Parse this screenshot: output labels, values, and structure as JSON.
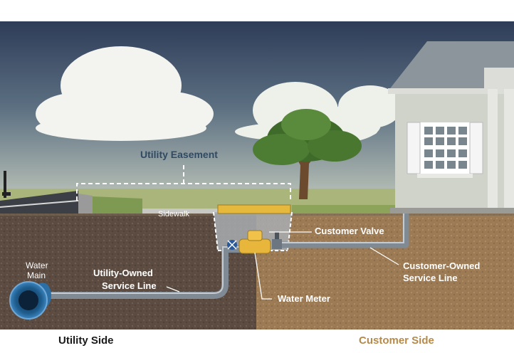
{
  "labels": {
    "utility_easement": "Utility Easement",
    "sidewalk": "Sidewalk",
    "customer_valve": "Customer Valve",
    "water_main_1": "Water",
    "water_main_2": "Main",
    "utility_line_1": "Utility-Owned",
    "utility_line_2": "Service Line",
    "customer_line_1": "Customer-Owned",
    "customer_line_2": "Service Line",
    "water_meter": "Water Meter"
  },
  "sides": {
    "utility": "Utility Side",
    "customer": "Customer Side"
  },
  "colors": {
    "utility_side_text": "#1a1a1a",
    "customer_side_text": "#b58a4a",
    "easement_label": "#2f4a64",
    "sky_top": "#2e3c58",
    "sky_bottom": "#c9cfc0",
    "soil_utility": "#5b4b40",
    "soil_customer": "#9c7a54",
    "pipe": "#7f8a94",
    "meter": "#e8b63a"
  }
}
